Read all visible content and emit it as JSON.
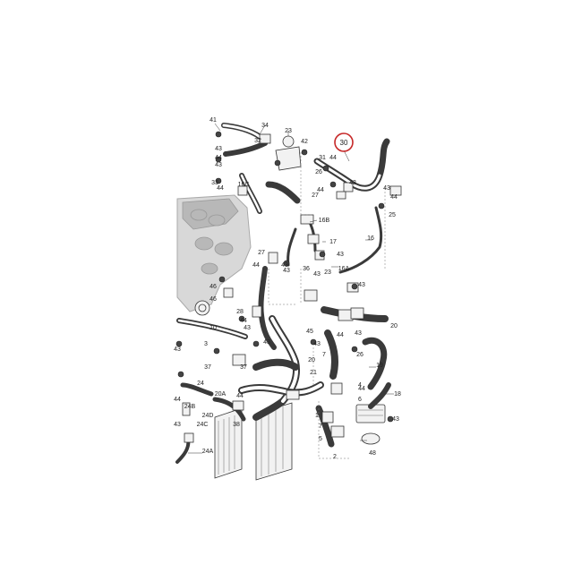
{
  "highlight": {
    "label": "30",
    "color": "#c62828"
  },
  "colors": {
    "hose": "#3a3a3a",
    "engine": "#d8d8d8",
    "ink": "#222222"
  },
  "labels": [
    "41",
    "34",
    "32",
    "23",
    "42",
    "43",
    "44",
    "43",
    "33",
    "16C",
    "31",
    "44",
    "26",
    "44",
    "27",
    "43",
    "44",
    "25",
    "16B",
    "17",
    "16",
    "43",
    "16A",
    "43",
    "27",
    "44",
    "43",
    "46",
    "46",
    "28",
    "44",
    "43",
    "10",
    "37",
    "37",
    "3",
    "43",
    "20",
    "7",
    "20",
    "21",
    "43",
    "19",
    "24",
    "20A",
    "44",
    "24B",
    "24D",
    "24C",
    "24A",
    "43",
    "18",
    "43",
    "4",
    "6",
    "1",
    "7",
    "5",
    "2",
    "48",
    "44",
    "38",
    "43",
    "45",
    "43",
    "36",
    "23",
    "44",
    "43",
    "43",
    "44",
    "43",
    "26",
    "44"
  ]
}
